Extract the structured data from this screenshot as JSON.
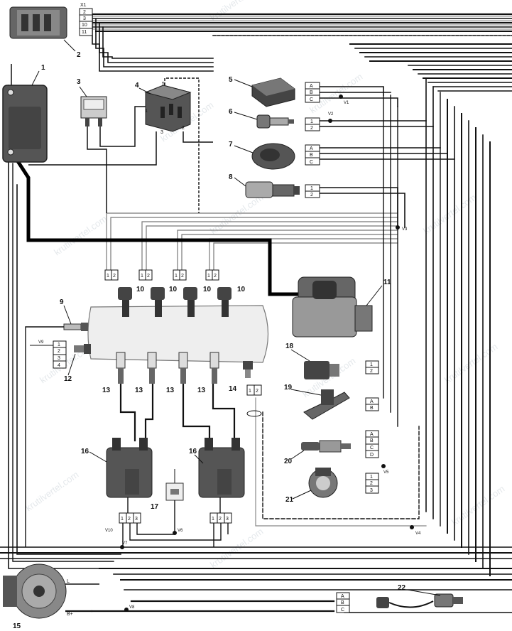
{
  "diagram": {
    "component_numbers": {
      "n1": "1",
      "n2": "2",
      "n3": "3",
      "n4": "4",
      "n5": "5",
      "n6": "6",
      "n7": "7",
      "n8": "8",
      "n9": "9",
      "n10": "10",
      "n11": "11",
      "n12": "12",
      "n13": "13",
      "n14": "14",
      "n15": "15",
      "n16": "16",
      "n17": "17",
      "n18": "18",
      "n19": "19",
      "n20": "20",
      "n21": "21",
      "n22": "22"
    },
    "connector_x1": {
      "title": "X1",
      "pins": [
        "2",
        "3",
        "10",
        "11"
      ]
    },
    "relay_pins": {
      "p1": "1",
      "p2": "2",
      "p3": "3",
      "p5": "5"
    },
    "connector_letters": {
      "a": "A",
      "b": "B",
      "c": "C",
      "d": "D"
    },
    "connector_digits": {
      "d1": "1",
      "d2": "2",
      "d3": "3",
      "d4": "4"
    },
    "alternator_terminals": {
      "l": "L",
      "bplus": "B+"
    },
    "splices": [
      "V1",
      "V2",
      "V3",
      "V4",
      "V5",
      "V6",
      "V7",
      "V8",
      "V9",
      "V10"
    ],
    "watermark": "krutilvertel.com"
  }
}
